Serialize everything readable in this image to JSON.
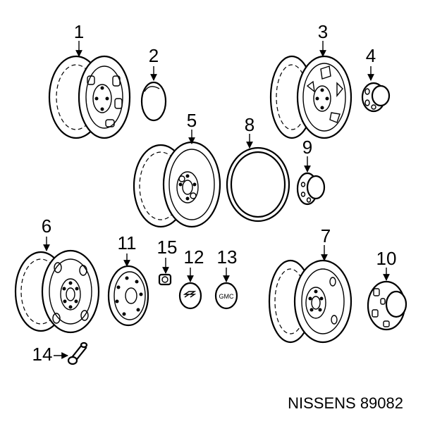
{
  "callouts": [
    "1",
    "2",
    "3",
    "4",
    "5",
    "8",
    "9",
    "6",
    "11",
    "15",
    "12",
    "13",
    "7",
    "10",
    "14"
  ],
  "emblem_12": "",
  "emblem_13": "GMC",
  "caption": "NISSENS 89082"
}
